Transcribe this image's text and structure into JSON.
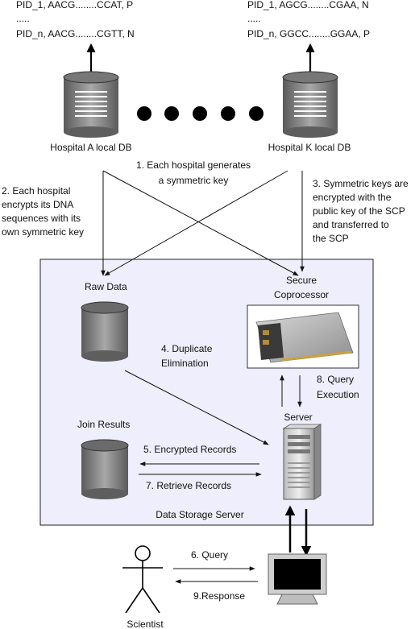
{
  "records_a": {
    "line1": "PID_1, AACG........CCAT, P",
    "line2": ".....",
    "line3": "PID_n, AACG........CGTT, N"
  },
  "records_k": {
    "line1": "PID_1, AGCG........CGAA, N",
    "line2": ".....",
    "line3": "PID_n, GGCC........GGAA, P"
  },
  "hospital_a_label": "Hospital A local DB",
  "hospital_k_label": "Hospital K local DB",
  "step1": [
    "1. Each hospital generates",
    "a symmetric key"
  ],
  "step2": [
    "2. Each hospital",
    "encrypts its DNA",
    "sequences with its",
    "own symmetric key"
  ],
  "step3": [
    "3. Symmetric keys are",
    "encrypted with the",
    "public key of the SCP",
    "and transferred to",
    "the SCP"
  ],
  "raw_data_label": "Raw Data",
  "scp_label": [
    "Secure",
    "Coprocessor"
  ],
  "step4": [
    "4. Duplicate",
    "Elimination"
  ],
  "step8": [
    "8. Query",
    "Execution"
  ],
  "server_label": "Server",
  "join_results_label": "Join Results",
  "step5": "5. Encrypted Records",
  "step7": "7. Retrieve Records",
  "storage_label": "Data Storage Server",
  "step6": "6. Query",
  "step9": "9.Response",
  "scientist_label": "Scientist"
}
